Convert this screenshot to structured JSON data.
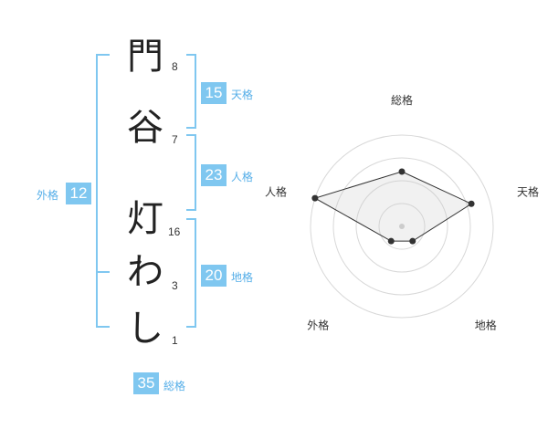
{
  "name_chars": [
    {
      "char": "門",
      "strokes": "8"
    },
    {
      "char": "谷",
      "strokes": "7"
    },
    {
      "char": "灯",
      "strokes": "16"
    },
    {
      "char": "わ",
      "strokes": "3"
    },
    {
      "char": "し",
      "strokes": "1"
    }
  ],
  "kakusu": {
    "tenkaku": {
      "value": "15",
      "label": "天格"
    },
    "jinkaku": {
      "value": "23",
      "label": "人格"
    },
    "chikaku": {
      "value": "20",
      "label": "地格"
    },
    "gaikaku": {
      "value": "12",
      "label": "外格"
    },
    "soukaku": {
      "value": "35",
      "label": "総格"
    }
  },
  "colors": {
    "accent": "#7fc7f0",
    "label": "#55aee8",
    "bracket": "#7fc7f0"
  },
  "chart_data": {
    "type": "radar",
    "axes": [
      "総格",
      "天格",
      "地格",
      "外格",
      "人格"
    ],
    "values": [
      0.6,
      0.8,
      0.2,
      0.2,
      1.0
    ],
    "rings": 4,
    "max": 1.0
  }
}
